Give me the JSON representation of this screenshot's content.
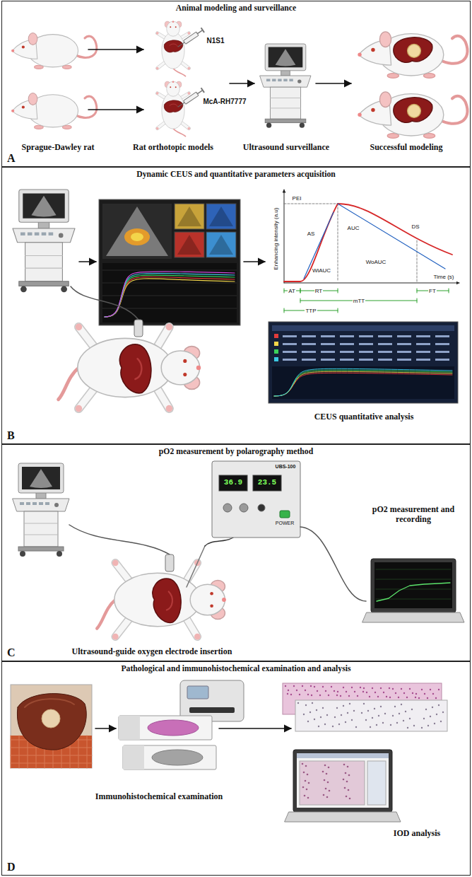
{
  "diagram": {
    "nodes": [
      {
        "text": [
          "Animal modeling and surveillance",
          "A"
        ]
      },
      {
        "text": [
          "Dynamic CEUS and quantitative parameters acquisition",
          "B"
        ]
      },
      {
        "text": [
          "pO2 measurement by polarography method",
          "C"
        ]
      },
      {
        "text": [
          "Pathological and immunohistochemical examination and analysis",
          "D"
        ]
      }
    ],
    "labels": [
      "N1S1",
      "McA-RH7777",
      "Sprague-Dawley rat",
      "Rat orthotopic models",
      "Ultrasound surveillance",
      "Successful modeling",
      "Enhancing intensity (a.u)",
      "PEI",
      "AS",
      "AUC",
      "DS",
      "WiAUC",
      "WoAUC",
      "AT",
      "RT",
      "mTT",
      "TTP",
      "FT",
      "Time (s)",
      "CEUS quantitative analysis",
      "36.9",
      "23.5",
      "UBS-100",
      "POWER",
      "pO2 measurement and recording",
      "Ultrasound-guide oxygen electrode insertion",
      "Immunohistochemical examination",
      "IOD analysis"
    ]
  }
}
